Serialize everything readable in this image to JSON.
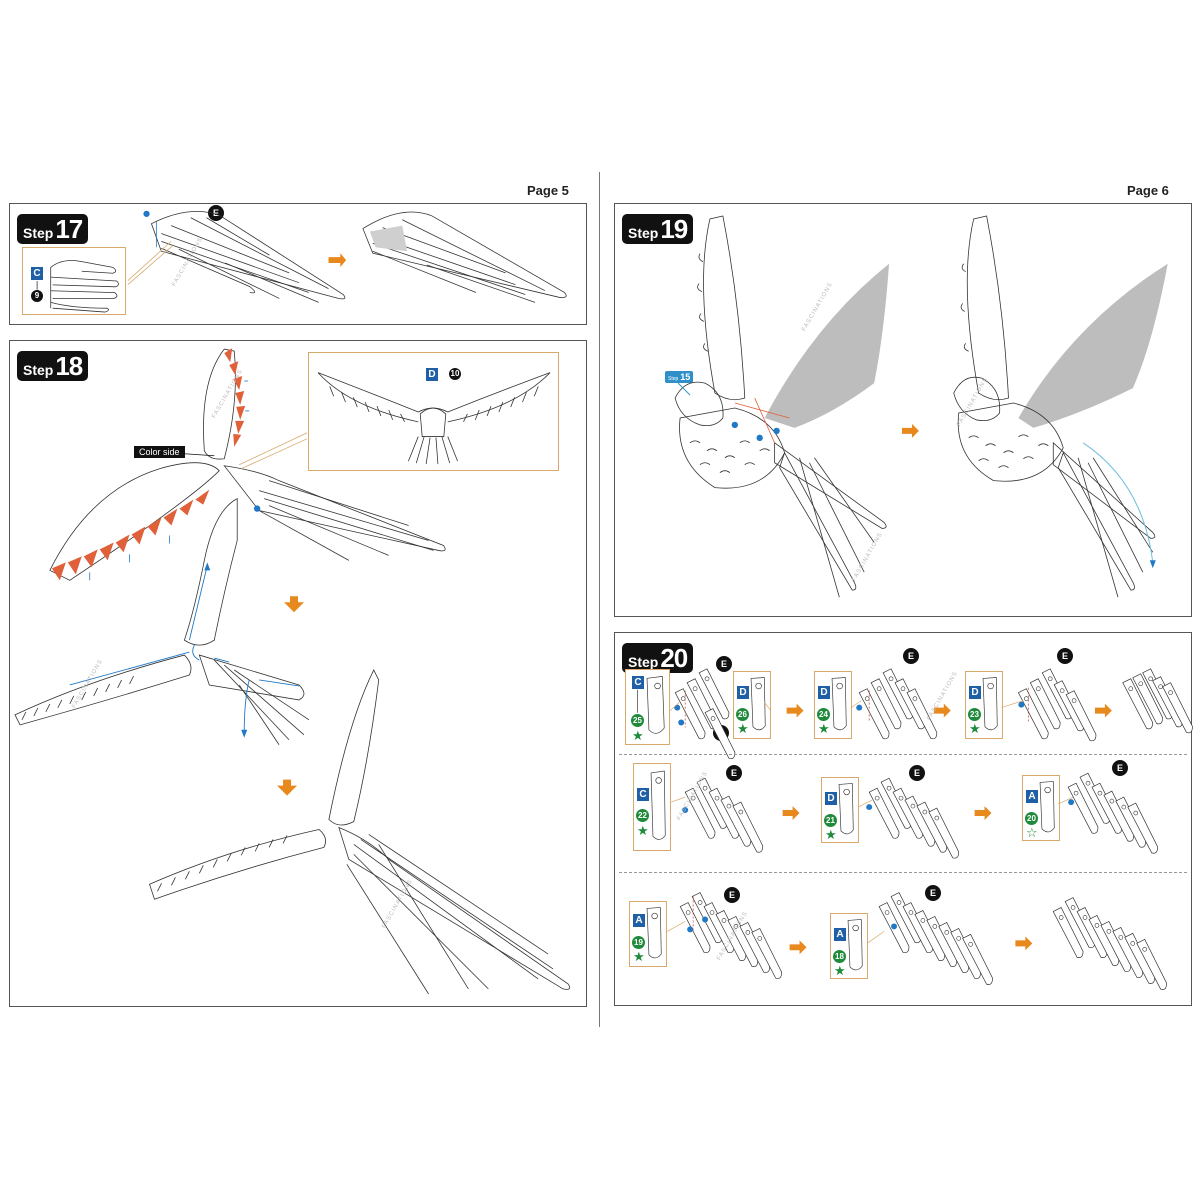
{
  "pages": {
    "left_label": "Page 5",
    "right_label": "Page 6"
  },
  "step_word": "Step",
  "steps": {
    "s17": {
      "number": "17",
      "inset_letter": "C",
      "inset_number": "9",
      "pin": "E"
    },
    "s18": {
      "number": "18",
      "callout": "Color side",
      "inset_letter": "D",
      "inset_number": "10"
    },
    "s19": {
      "number": "19",
      "tag_word": "Step",
      "tag_number": "15"
    },
    "s20": {
      "number": "20",
      "pin": "E",
      "row1": [
        {
          "letter": "C",
          "num": "25",
          "star": "★"
        },
        {
          "letter": "D",
          "num": "26",
          "star": "★"
        },
        {
          "letter": "D",
          "num": "24",
          "star": "★"
        },
        {
          "letter": "D",
          "num": "23",
          "star": "★"
        }
      ],
      "row2": [
        {
          "letter": "C",
          "num": "22",
          "star": "★"
        },
        {
          "letter": "D",
          "num": "21",
          "star": "★"
        },
        {
          "letter": "A",
          "num": "20",
          "star": "☆"
        }
      ],
      "row3": [
        {
          "letter": "A",
          "num": "19",
          "star": "★"
        },
        {
          "letter": "A",
          "num": "18",
          "star": "★"
        }
      ]
    }
  },
  "watermark": "FASCINATIONS",
  "colors": {
    "arrow": "#e8891e",
    "color_side": "#e0603a",
    "badge_blue": "#1f5fa6",
    "assembly_green": "#1e8a3a",
    "pin_blue": "#2079c7",
    "shaded_wing": "#bdbdbd"
  }
}
